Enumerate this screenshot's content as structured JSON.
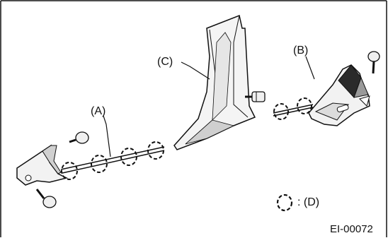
{
  "diagram": {
    "labels": {
      "a": "(A)",
      "b": "(B)",
      "c": "(C)",
      "d_legend": ": (D)"
    },
    "figure_code": "EI-00072",
    "colors": {
      "line": "#111111",
      "fill_dark": "#2a2a2a",
      "fill_light": "#d8d8d8",
      "fill_mid": "#9a9a9a",
      "background": "#ffffff"
    },
    "icons": {
      "clip_marker": "dashed-circle-icon",
      "screw": "screw-icon"
    }
  }
}
